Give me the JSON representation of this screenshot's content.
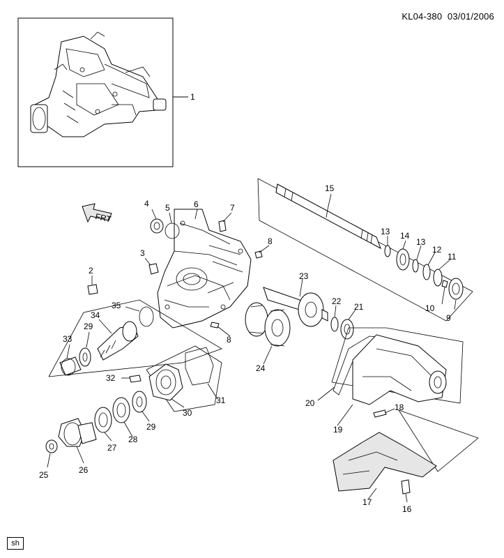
{
  "header": {
    "doc_id": "KL04-380",
    "date": "03/01/2006",
    "corner_tag": "sh"
  },
  "front_label": "FRT",
  "callouts": [
    {
      "id": "c1",
      "text": "1"
    },
    {
      "id": "c2",
      "text": "2"
    },
    {
      "id": "c3",
      "text": "3"
    },
    {
      "id": "c4",
      "text": "4"
    },
    {
      "id": "c5",
      "text": "5"
    },
    {
      "id": "c6",
      "text": "6"
    },
    {
      "id": "c7",
      "text": "7"
    },
    {
      "id": "c8a",
      "text": "8"
    },
    {
      "id": "c8b",
      "text": "8"
    },
    {
      "id": "c9",
      "text": "9"
    },
    {
      "id": "c10",
      "text": "10"
    },
    {
      "id": "c11",
      "text": "11"
    },
    {
      "id": "c12",
      "text": "12"
    },
    {
      "id": "c13a",
      "text": "13"
    },
    {
      "id": "c13b",
      "text": "13"
    },
    {
      "id": "c14",
      "text": "14"
    },
    {
      "id": "c15",
      "text": "15"
    },
    {
      "id": "c16",
      "text": "16"
    },
    {
      "id": "c17",
      "text": "17"
    },
    {
      "id": "c18",
      "text": "18"
    },
    {
      "id": "c19",
      "text": "19"
    },
    {
      "id": "c20",
      "text": "20"
    },
    {
      "id": "c21",
      "text": "21"
    },
    {
      "id": "c22",
      "text": "22"
    },
    {
      "id": "c23",
      "text": "23"
    },
    {
      "id": "c24",
      "text": "24"
    },
    {
      "id": "c25",
      "text": "25"
    },
    {
      "id": "c26",
      "text": "26"
    },
    {
      "id": "c27",
      "text": "27"
    },
    {
      "id": "c28",
      "text": "28"
    },
    {
      "id": "c29a",
      "text": "29"
    },
    {
      "id": "c29b",
      "text": "29"
    },
    {
      "id": "c30",
      "text": "30"
    },
    {
      "id": "c31",
      "text": "31"
    },
    {
      "id": "c32",
      "text": "32"
    },
    {
      "id": "c33",
      "text": "33"
    },
    {
      "id": "c34",
      "text": "34"
    },
    {
      "id": "c35",
      "text": "35"
    }
  ]
}
